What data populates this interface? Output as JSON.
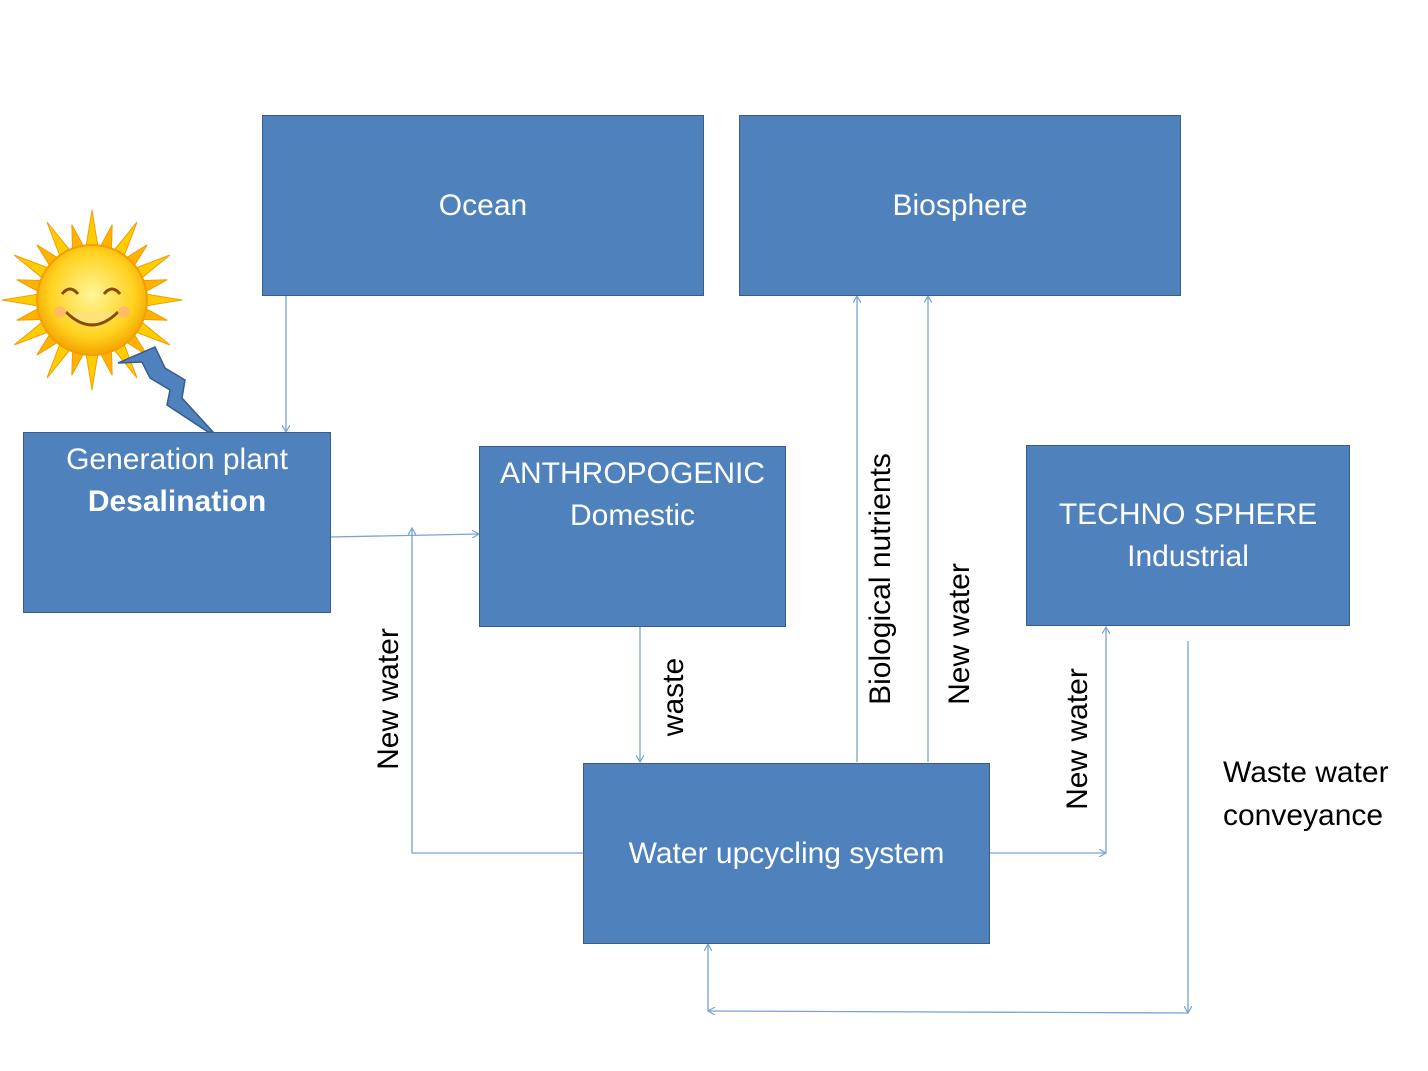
{
  "colors": {
    "box_fill": "#4f81bd",
    "box_border": "#385d8a",
    "box_text": "#ffffff",
    "connector": "#7aa2d6"
  },
  "boxes": {
    "ocean": {
      "label": "Ocean"
    },
    "biosphere": {
      "label": "Biosphere"
    },
    "generation_plant": {
      "line1": "Generation plant",
      "line2": "Desalination"
    },
    "anthropogenic": {
      "line1": "ANTHROPOGENIC",
      "line2": "Domestic"
    },
    "technosphere": {
      "line1": "TECHNO SPHERE",
      "line2": "Industrial"
    },
    "upcycling": {
      "label": "Water upcycling system"
    }
  },
  "labels": {
    "new_water_left": "New water",
    "waste": "waste",
    "biological_nutrients": "Biological nutrients",
    "new_water_biosphere": "New water",
    "new_water_techno": "New water",
    "waste_water_line1": "Waste water",
    "waste_water_line2": "conveyance"
  },
  "icons": {
    "sun": "smiling-sun-icon",
    "lightning": "lightning-bolt-icon"
  }
}
